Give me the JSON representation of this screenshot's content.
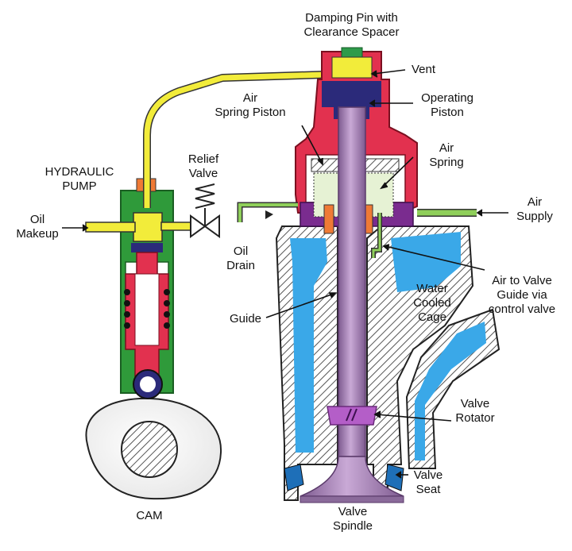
{
  "diagram": {
    "labels": {
      "damping_pin": [
        "Damping Pin with",
        "Clearance Spacer"
      ],
      "vent": "Vent",
      "operating_piston": [
        "Operating",
        "Piston"
      ],
      "air_spring_piston": [
        "Air",
        "Spring Piston"
      ],
      "air_spring": [
        "Air",
        "Spring"
      ],
      "hydraulic_pump": [
        "HYDRAULIC",
        "PUMP"
      ],
      "relief_valve": [
        "Relief",
        "Valve"
      ],
      "air_supply": [
        "Air",
        "Supply"
      ],
      "oil_makeup": [
        "Oil",
        "Makeup"
      ],
      "oil_drain": [
        "Oil",
        "Drain"
      ],
      "air_to_valve_guide": [
        "Air to Valve",
        "Guide via",
        "control valve"
      ],
      "water_cooled_cage": [
        "Water",
        "Cooled",
        "Cage"
      ],
      "guide": "Guide",
      "valve_rotator": [
        "Valve",
        "Rotator"
      ],
      "valve_seat": [
        "Valve",
        "Seat"
      ],
      "cam": "CAM",
      "valve_spindle": [
        "Valve",
        "Spindle"
      ]
    },
    "colors": {
      "oil_line": "#f2ec3a",
      "pump_body": "#2f9a3a",
      "pump_plunger": "#e2314f",
      "actuator_housing": "#e2314f",
      "operating_piston": "#2b2a7a",
      "damping_pin": "#2e9b4a",
      "spindle": "#a886b6",
      "rotator": "#b45ec8",
      "air_line": "#8fcf5a",
      "water_cooling": "#3aa8e8",
      "air_spring_ring": "#7a2c8f",
      "air_spring_chamber": "#e6f2d4",
      "guide_orange": "#ef7a35",
      "hatch": "#555555"
    }
  }
}
